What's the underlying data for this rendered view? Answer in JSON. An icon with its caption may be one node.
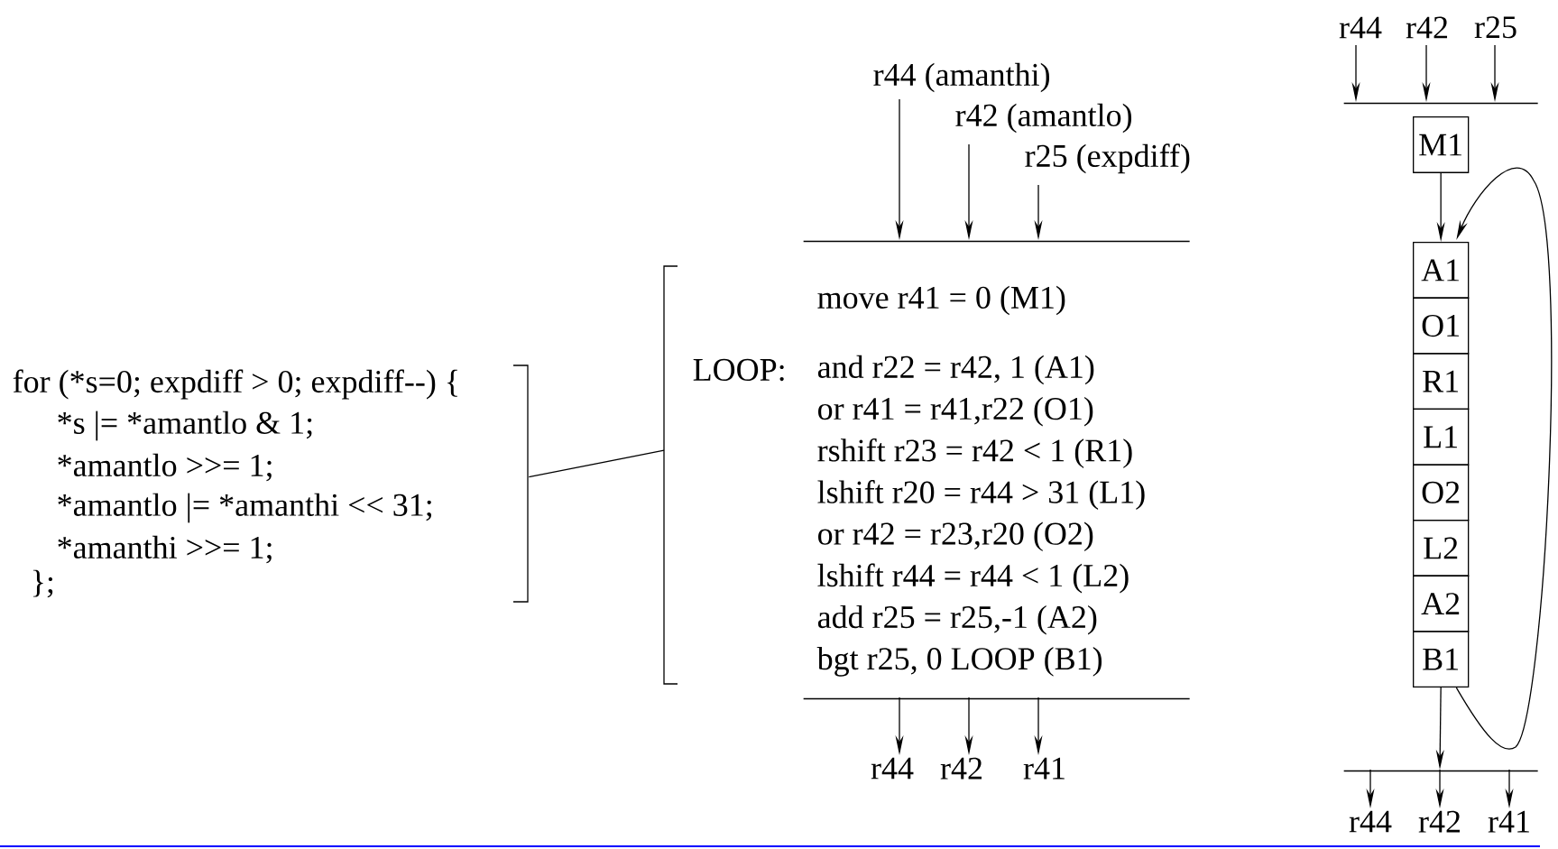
{
  "diagram": {
    "nodes": [
      {
        "text": [
          "for (*s=0; expdiff > 0; expdiff--) {",
          "*s |= *amantlo & 1;",
          "*amantlo >>= 1;",
          "*amantlo |= *amanthi << 31;",
          "*amanthi >>= 1;",
          "};"
        ]
      },
      {
        "text": [
          "move r41 = 0 (M1)",
          "LOOP:",
          "and r22 = r42, 1 (A1)",
          "or r41 = r41,r22 (O1)",
          "rshift r23 = r42 < 1 (R1)",
          "lshift r20 = r44 > 31 (L1)",
          "or r42 = r23,r20 (O2)",
          "lshift r44 = r44 < 1 (L2)",
          "add r25 = r25,-1 (A2)",
          "bgt r25, 0 LOOP (B1)"
        ]
      },
      {
        "text": [
          "r44 (amanthi)"
        ]
      },
      {
        "text": [
          "r42 (amantlo)"
        ]
      },
      {
        "text": [
          "r25 (expdiff)"
        ]
      },
      {
        "text": [],
        "shape": "bar"
      },
      {
        "text": [],
        "shape": "bar"
      },
      {
        "text": [
          "r44"
        ]
      },
      {
        "text": [
          "r42"
        ]
      },
      {
        "text": [
          "r41"
        ]
      },
      {
        "text": [
          "r44"
        ]
      },
      {
        "text": [
          "r42"
        ]
      },
      {
        "text": [
          "r25"
        ]
      },
      {
        "text": [],
        "shape": "bar"
      },
      {
        "text": [
          "M1"
        ]
      },
      {
        "text": [
          "A1"
        ]
      },
      {
        "text": [
          "O1"
        ]
      },
      {
        "text": [
          "R1"
        ]
      },
      {
        "text": [
          "L1"
        ]
      },
      {
        "text": [
          "O2"
        ]
      },
      {
        "text": [
          "L2"
        ]
      },
      {
        "text": [
          "A2"
        ]
      },
      {
        "text": [
          "B1"
        ]
      },
      {
        "text": [],
        "shape": "bar"
      },
      {
        "text": [
          "r44"
        ]
      },
      {
        "text": [
          "r42"
        ]
      },
      {
        "text": [
          "r41"
        ]
      }
    ],
    "edges": [
      {
        "from": 0,
        "to": 1,
        "arrow": "none"
      },
      {
        "from": 2,
        "to": 5,
        "arrow": "to"
      },
      {
        "from": 3,
        "to": 5,
        "arrow": "to"
      },
      {
        "from": 4,
        "to": 5,
        "arrow": "to"
      },
      {
        "from": 6,
        "to": 7,
        "arrow": "to"
      },
      {
        "from": 6,
        "to": 8,
        "arrow": "to"
      },
      {
        "from": 6,
        "to": 9,
        "arrow": "to"
      },
      {
        "from": 10,
        "to": 13,
        "arrow": "to"
      },
      {
        "from": 11,
        "to": 13,
        "arrow": "to"
      },
      {
        "from": 12,
        "to": 13,
        "arrow": "to"
      },
      {
        "from": 14,
        "to": 15,
        "arrow": "to"
      },
      {
        "from": 22,
        "to": 15,
        "arrow": "to"
      },
      {
        "from": 22,
        "to": 23,
        "arrow": "to"
      },
      {
        "from": 23,
        "to": 24,
        "arrow": "to"
      },
      {
        "from": 23,
        "to": 25,
        "arrow": "to"
      },
      {
        "from": 23,
        "to": 26,
        "arrow": "to"
      }
    ]
  }
}
